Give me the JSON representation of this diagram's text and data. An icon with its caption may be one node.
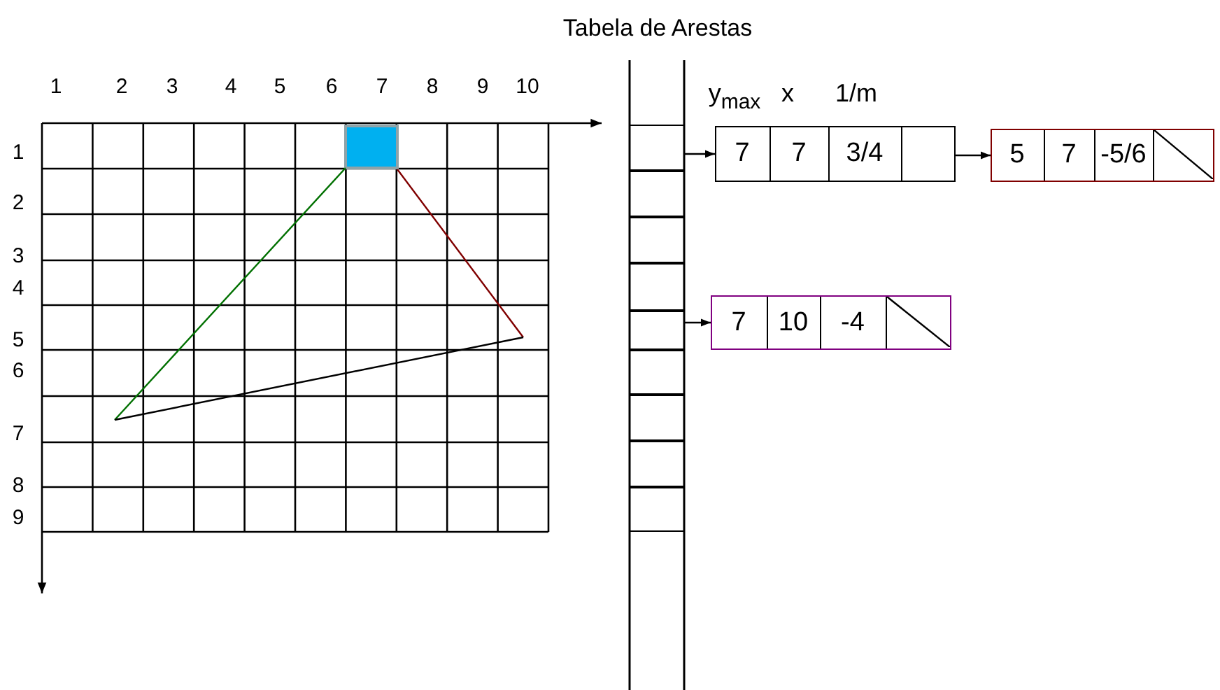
{
  "diagram": {
    "title": "Tabela de Arestas",
    "nodes": [
      {
        "text": [],
        "shape": "box"
      },
      {
        "text": [],
        "shape": "box"
      },
      {
        "text": [],
        "shape": "box"
      },
      {
        "text": [],
        "shape": "box"
      },
      {
        "text": [],
        "shape": "box"
      },
      {
        "text": [],
        "shape": "box"
      },
      {
        "text": [],
        "shape": "box"
      },
      {
        "text": [],
        "shape": "box"
      },
      {
        "text": [],
        "shape": "box"
      },
      {
        "text": [
          "7",
          "7",
          "3/4"
        ]
      },
      {
        "text": [
          "5",
          "7",
          "-5/6"
        ]
      },
      {
        "text": [
          "7",
          "10",
          "-4"
        ]
      }
    ],
    "edges": [
      {
        "from": 0,
        "to": 9,
        "arrow": "to"
      },
      {
        "from": 9,
        "to": 10,
        "arrow": "to"
      },
      {
        "from": 4,
        "to": 11,
        "arrow": "to"
      }
    ],
    "labels": [
      "1",
      "2",
      "3",
      "4",
      "5",
      "6",
      "7",
      "8",
      "9",
      "10",
      "y$_{max}$",
      "x",
      "1/m",
      "1",
      "2",
      "3",
      "4",
      "5",
      "6",
      "7",
      "8",
      "9"
    ]
  }
}
